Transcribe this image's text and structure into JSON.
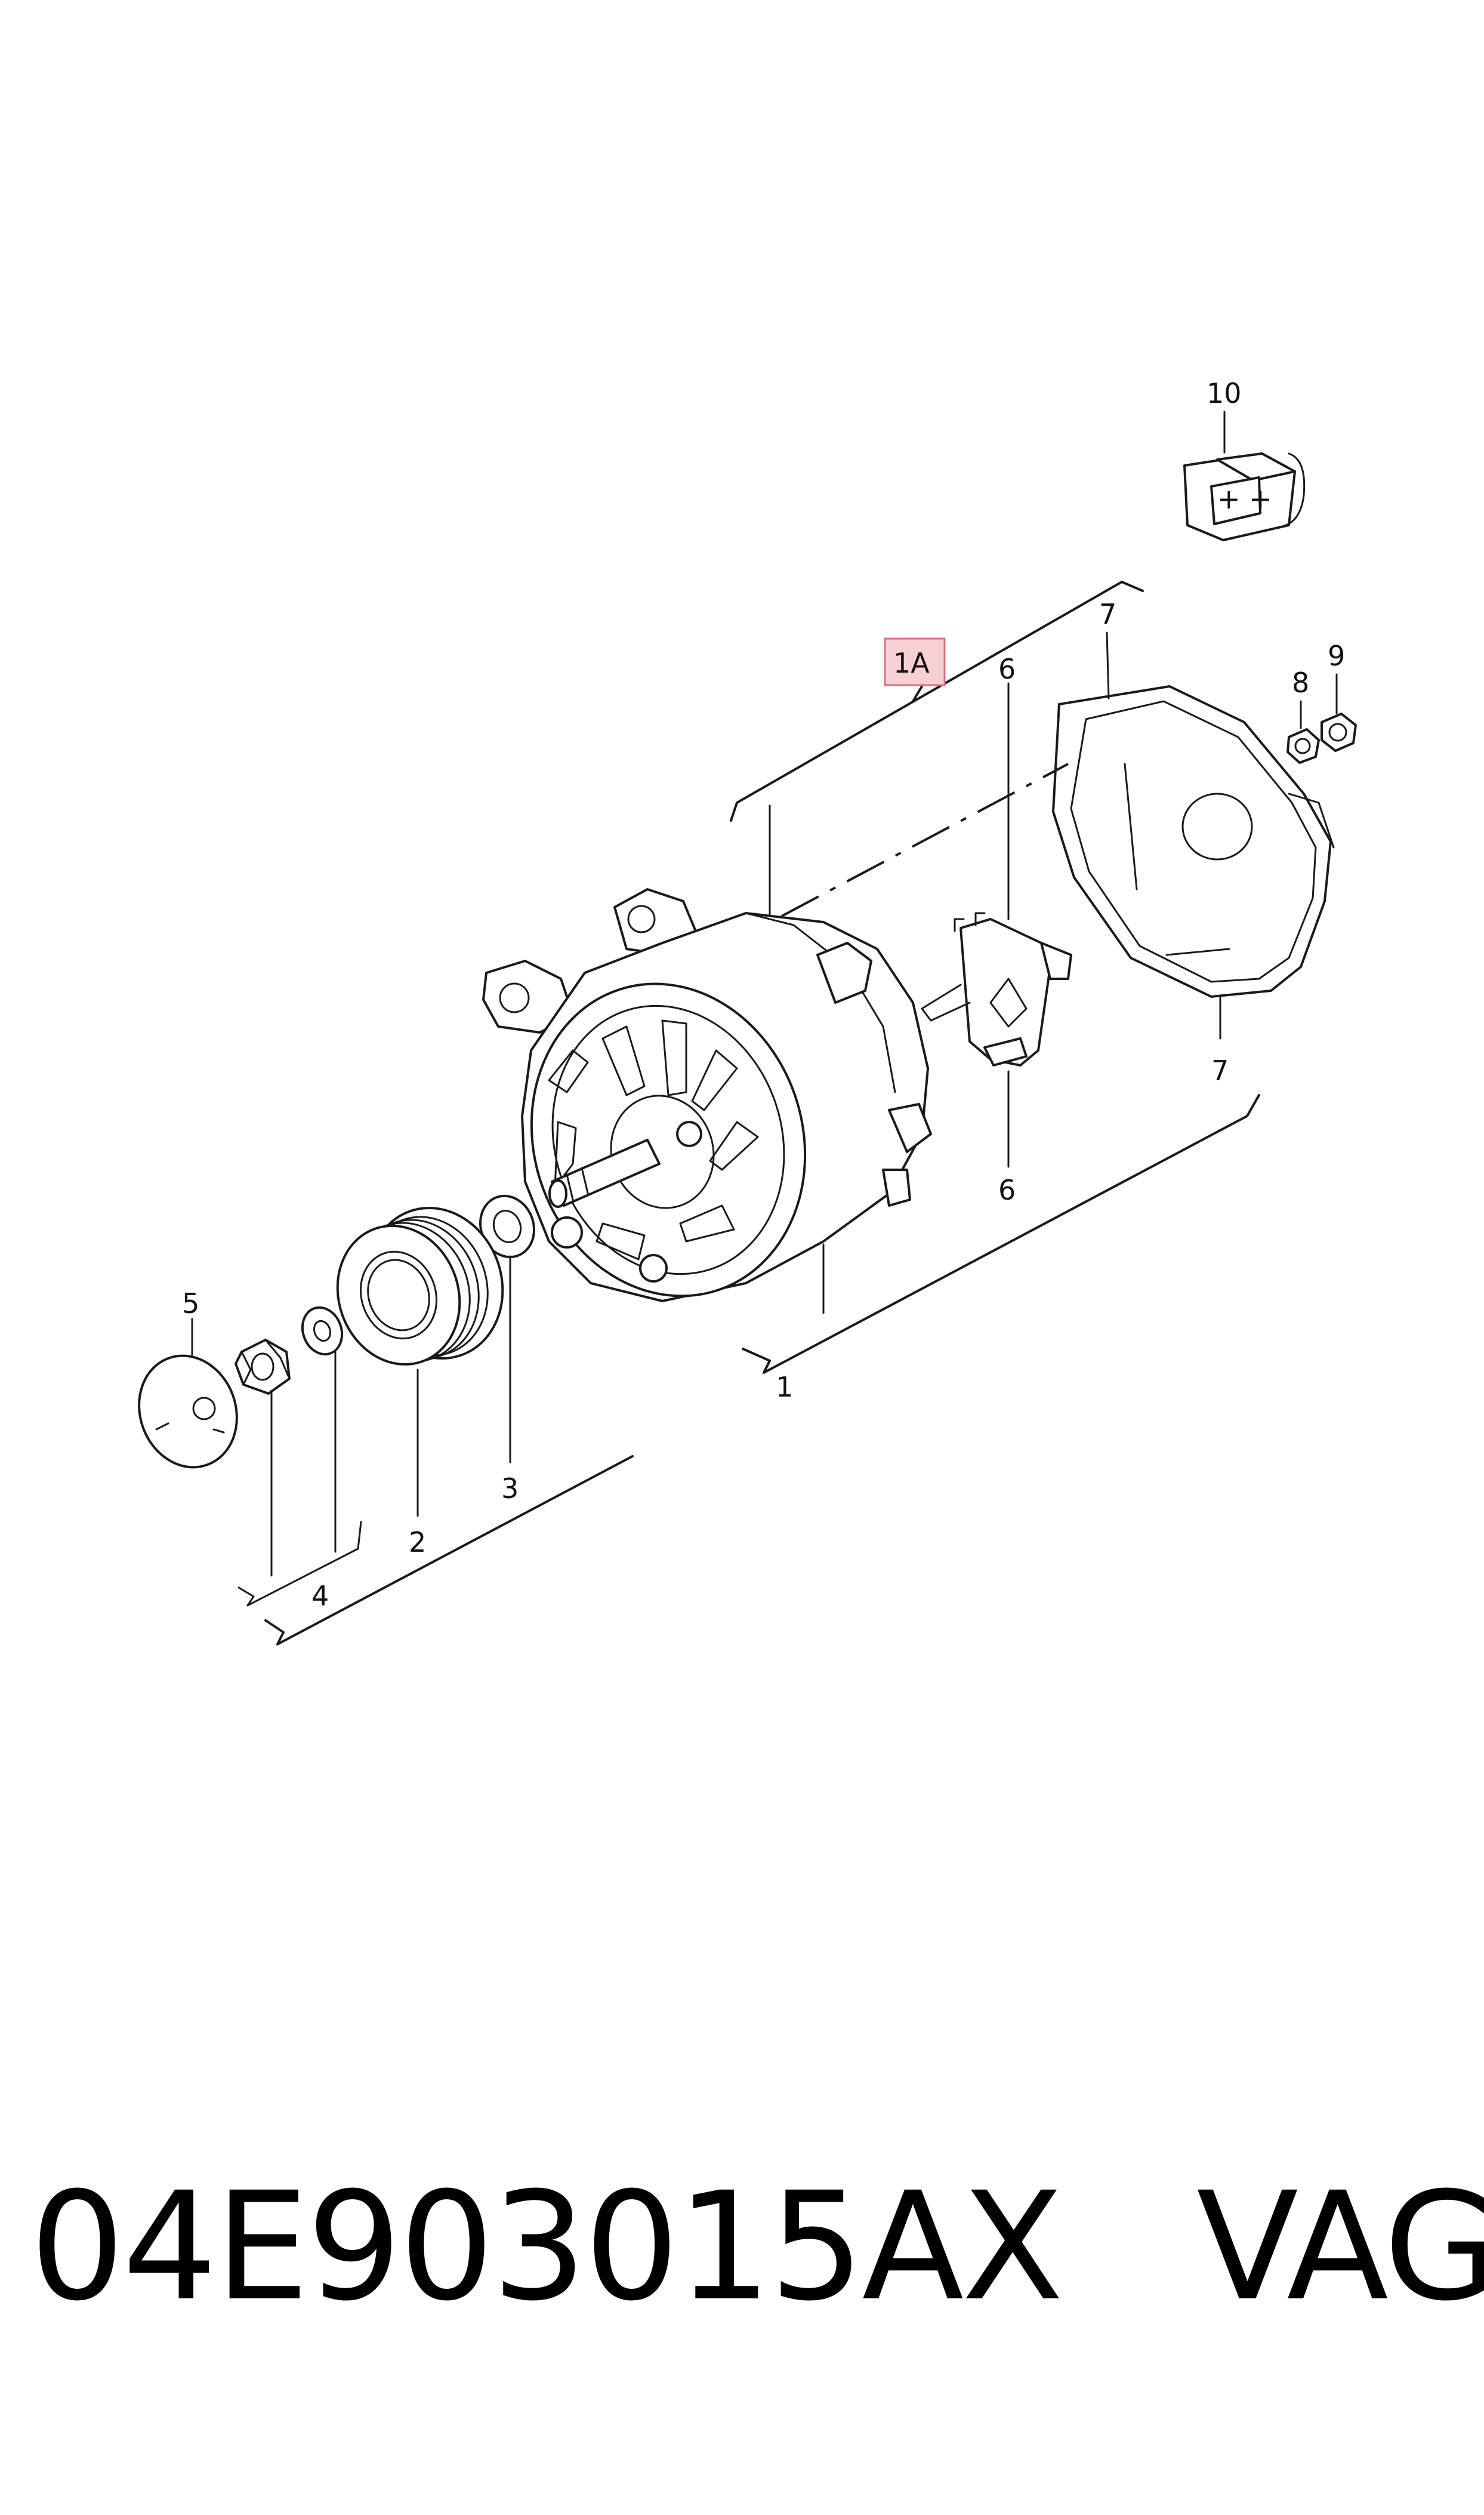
{
  "diagram": {
    "callouts": {
      "c1": "1",
      "c1A": "1A",
      "c2": "2",
      "c3": "3",
      "c4": "4",
      "c5": "5",
      "c6_top": "6",
      "c6_bottom": "6",
      "c7_top": "7",
      "c7_bottom": "7",
      "c8": "8",
      "c9": "9",
      "c10": "10"
    },
    "highlight_color": "#f7d0d4"
  },
  "caption": {
    "part_number": "04E903015AX",
    "brand": "VAG"
  }
}
